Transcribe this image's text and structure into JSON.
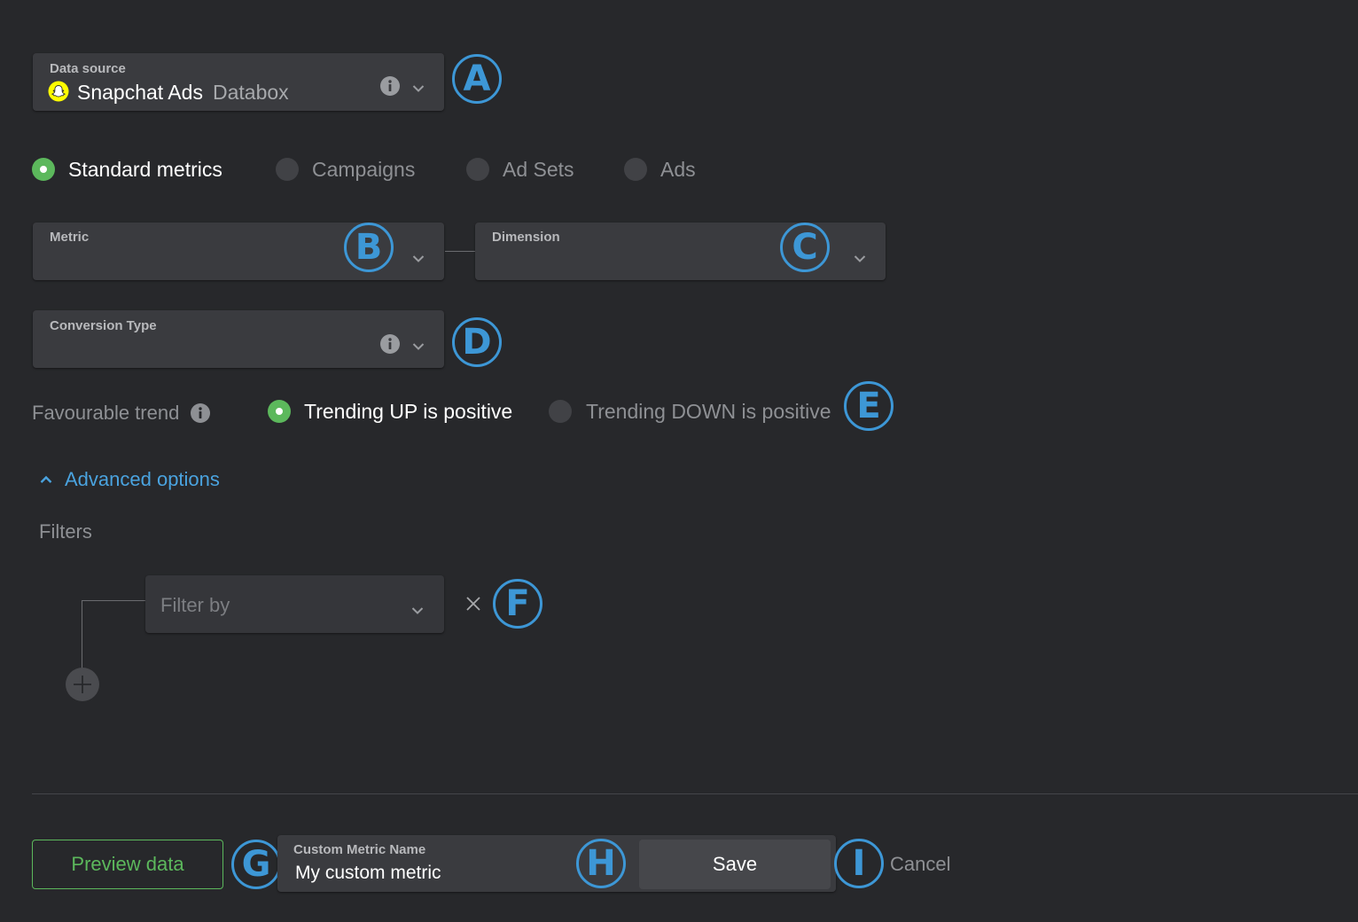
{
  "data_source": {
    "label": "Data source",
    "name": "Snapchat Ads",
    "provider": "Databox",
    "icon": "snapchat-ghost-icon"
  },
  "metric_types": [
    {
      "label": "Standard metrics",
      "selected": true
    },
    {
      "label": "Campaigns",
      "selected": false
    },
    {
      "label": "Ad Sets",
      "selected": false
    },
    {
      "label": "Ads",
      "selected": false
    }
  ],
  "metric": {
    "label": "Metric",
    "value": ""
  },
  "dimension": {
    "label": "Dimension",
    "value": ""
  },
  "conversion_type": {
    "label": "Conversion Type",
    "value": ""
  },
  "trend": {
    "label": "Favourable trend",
    "options": [
      {
        "label": "Trending UP is positive",
        "selected": true
      },
      {
        "label": "Trending DOWN is positive",
        "selected": false
      }
    ]
  },
  "advanced": {
    "label": "Advanced options",
    "expanded": true
  },
  "filters": {
    "label": "Filters",
    "placeholder": "Filter by"
  },
  "footer": {
    "preview_label": "Preview data",
    "name_label": "Custom Metric Name",
    "name_value": "My custom metric",
    "save_label": "Save",
    "cancel_label": "Cancel"
  },
  "annotations": [
    "A",
    "B",
    "C",
    "D",
    "E",
    "F",
    "G",
    "H",
    "I"
  ],
  "colors": {
    "background": "#27282b",
    "field": "#3a3b3f",
    "accent_green": "#5cb85c",
    "link_blue": "#4aa3df",
    "annotation_blue": "#3d97d6"
  }
}
